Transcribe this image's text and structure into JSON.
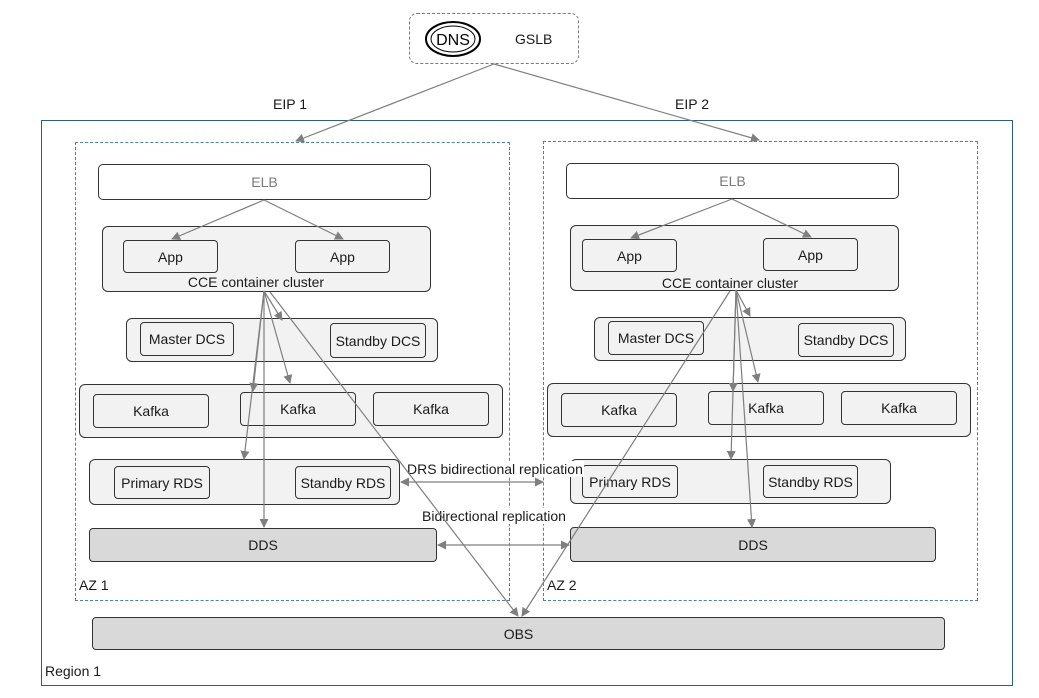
{
  "gslb": {
    "dns_label": "DNS",
    "label": "GSLB"
  },
  "eip": [
    "EIP 1",
    "EIP 2"
  ],
  "region_label": "Region 1",
  "az": [
    {
      "label": "AZ 1",
      "elb": "ELB",
      "apps": [
        "App",
        "App"
      ],
      "cluster_label": "CCE container cluster",
      "dcs": [
        "Master DCS",
        "Standby DCS"
      ],
      "kafka": [
        "Kafka",
        "Kafka",
        "Kafka"
      ],
      "rds": [
        "Primary RDS",
        "Standby RDS"
      ],
      "dds": "DDS"
    },
    {
      "label": "AZ 2",
      "elb": "ELB",
      "apps": [
        "App",
        "App"
      ],
      "cluster_label": "CCE container cluster",
      "dcs": [
        "Master DCS",
        "Standby DCS"
      ],
      "kafka": [
        "Kafka",
        "Kafka",
        "Kafka"
      ],
      "rds": [
        "Primary RDS",
        "Standby RDS"
      ],
      "dds": "DDS"
    }
  ],
  "replication": {
    "drs": "DRS bidirectional replication",
    "dds": "Bidirectional replication"
  },
  "obs": "OBS",
  "colors": {
    "arrow": "#7f7f7f",
    "box_fill": "#f2f2f2",
    "dark_fill": "#d9d9d9",
    "az_border": "#4f7fa8"
  }
}
